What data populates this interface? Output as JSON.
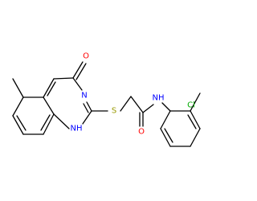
{
  "colors": {
    "bond": "#000000",
    "carbon": "#000000",
    "nitrogen": "#0000ff",
    "oxygen": "#ff0000",
    "sulfur": "#999900",
    "chlorine": "#00aa00"
  },
  "atoms": {
    "o_ring": {
      "label": "O",
      "element": "oxygen"
    },
    "n_ring": {
      "label": "N",
      "element": "nitrogen"
    },
    "nh_ring": {
      "label": "NH",
      "element": "nitrogen"
    },
    "s": {
      "label": "S",
      "element": "sulfur"
    },
    "o_amide": {
      "label": "O",
      "element": "oxygen"
    },
    "nh_amide": {
      "label": "NH",
      "element": "nitrogen"
    },
    "cl": {
      "label": "Cl",
      "element": "chlorine"
    }
  }
}
